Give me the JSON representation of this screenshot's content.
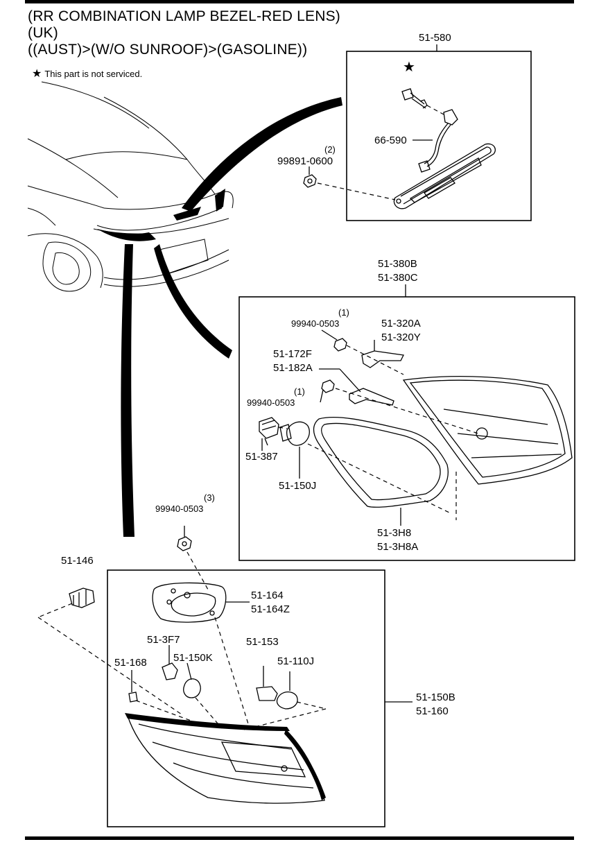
{
  "header": {
    "line1": "(RR COMBINATION LAMP BEZEL-RED LENS)",
    "line2": "(UK)",
    "line3": "((AUST)>(W/O SUNROOF)>(GASOLINE))",
    "note_star": "★",
    "note_text": "This part is not serviced."
  },
  "callouts": {
    "p51_580": "51-580",
    "star_mark": "★",
    "p66_590": "66-590",
    "qty_2": "(2)",
    "p99891_0600": "99891-0600",
    "p51_380B": "51-380B",
    "p51_380C": "51-380C",
    "qty_1a": "(1)",
    "p99940_0503a": "99940-0503",
    "p51_320A": "51-320A",
    "p51_320Y": "51-320Y",
    "p51_172F": "51-172F",
    "p51_182A": "51-182A",
    "qty_1b": "(1)",
    "p99940_0503b": "99940-0503",
    "p51_387": "51-387",
    "p51_150J": "51-150J",
    "p51_3H8": "51-3H8",
    "p51_3H8A": "51-3H8A",
    "qty_3": "(3)",
    "p99940_0503c": "99940-0503",
    "p51_146": "51-146",
    "p51_164": "51-164",
    "p51_164Z": "51-164Z",
    "p51_3F7": "51-3F7",
    "p51_150K": "51-150K",
    "p51_153": "51-153",
    "p51_110J": "51-110J",
    "p51_168": "51-168",
    "p51_150B": "51-150B",
    "p51_160": "51-160"
  }
}
